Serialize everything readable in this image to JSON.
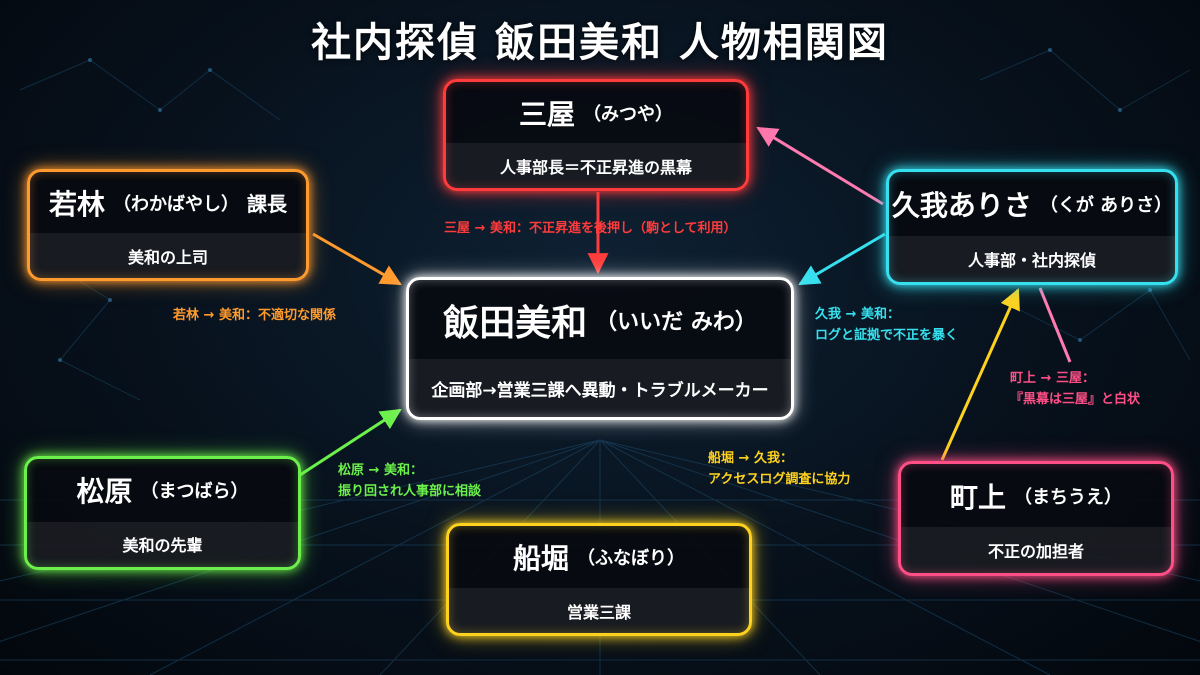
{
  "title": "社内探偵 飯田美和 人物相関図",
  "colors": {
    "center": "#ffffff",
    "miya": "#ff3b3b",
    "wakabayashi": "#ff9a2e",
    "kuga": "#36e0ef",
    "matsubara": "#6cf04b",
    "funabori": "#ffd21f",
    "machigami": "#ff4f86"
  },
  "nodes": {
    "center": {
      "name": "飯田美和",
      "reading": "（いいだ みわ）",
      "role": "企画部→営業三課へ異動・トラブルメーカー"
    },
    "miya": {
      "name": "三屋",
      "reading": "（みつや）",
      "role": "人事部長＝不正昇進の黒幕"
    },
    "wakabayashi": {
      "name": "若林",
      "reading": "（わかばやし）",
      "suffix": "課長",
      "role": "美和の上司"
    },
    "kuga": {
      "name": "久我ありさ",
      "reading": "（くが ありさ）",
      "role": "人事部・社内探偵"
    },
    "matsubara": {
      "name": "松原",
      "reading": "（まつばら）",
      "role": "美和の先輩"
    },
    "funabori": {
      "name": "船堀",
      "reading": "（ふなぼり）",
      "role": "営業三課"
    },
    "machigami": {
      "name": "町上",
      "reading": "（まちうえ）",
      "role": "不正の加担者"
    }
  },
  "relations": {
    "miya_center": {
      "line1": "三屋 → 美和：不正昇進を後押し（駒として利用）"
    },
    "waka_center": {
      "line1": "若林 → 美和：不適切な関係"
    },
    "kuga_center": {
      "line1": "久我 → 美和：",
      "line2": "ログと証拠で不正を暴く"
    },
    "matsu_center": {
      "line1": "松原 → 美和：",
      "line2": "振り回され人事部に相談"
    },
    "funa_kuga": {
      "line1": "船堀 → 久我：",
      "line2": "アクセスログ調査に協力"
    },
    "machi_miya": {
      "line1": "町上 → 三屋：",
      "line2": "『黒幕は三屋』と白状"
    }
  }
}
